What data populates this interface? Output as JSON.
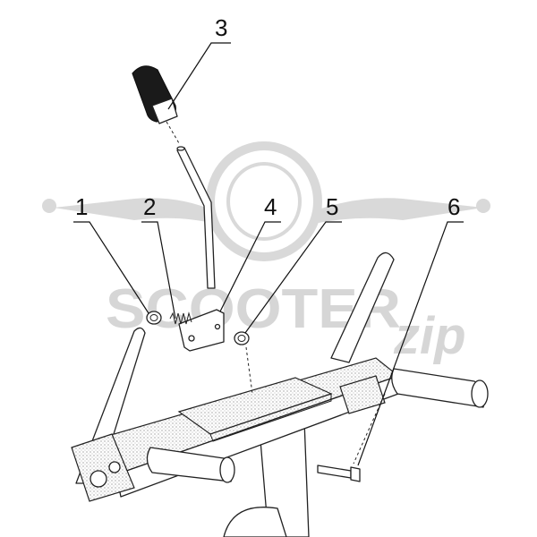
{
  "callouts": [
    {
      "label": "1"
    },
    {
      "label": "2"
    },
    {
      "label": "3"
    },
    {
      "label": "4"
    },
    {
      "label": "5"
    },
    {
      "label": "6"
    }
  ],
  "watermark": {
    "brand": "SCOOTER",
    "suffix": "zip"
  },
  "colors": {
    "ink": "#111111",
    "watermark": "#d9d9d9",
    "background": "#ffffff"
  }
}
